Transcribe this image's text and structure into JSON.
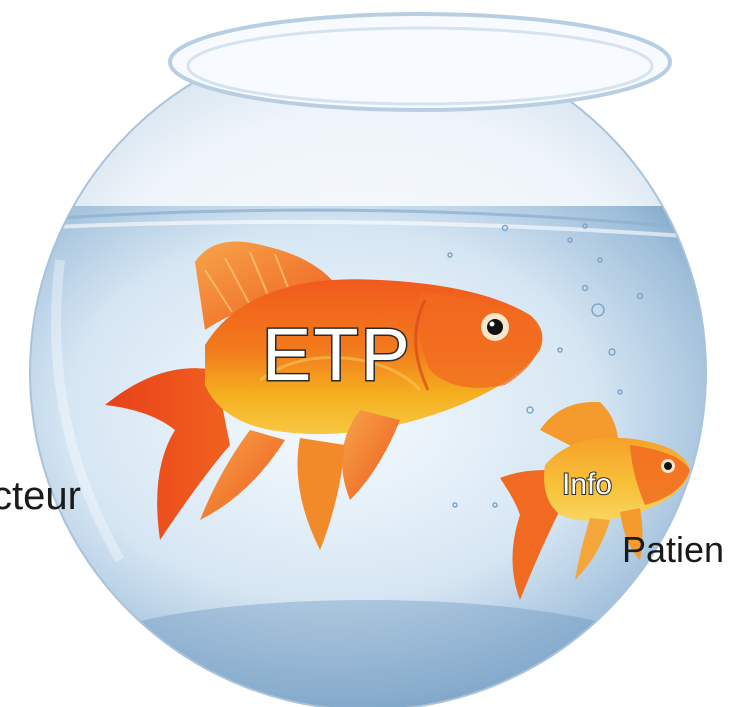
{
  "labels": {
    "big_fish": "ETP",
    "small_fish": "Info",
    "left_edge": "cteur",
    "right_edge": "Patien"
  },
  "colors": {
    "water_light": "#f2f8fd",
    "water_deep": "#7ea7c9",
    "glass_rim": "#b8cfe3",
    "fish_orange": "#f0501a",
    "fish_gold": "#f6b21f",
    "label_outline": "#2a2a2a",
    "text_dark": "#1a1a1a"
  }
}
